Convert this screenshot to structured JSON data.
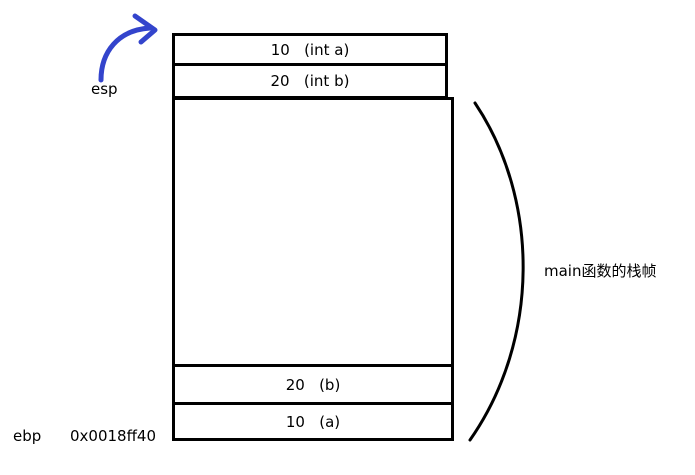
{
  "stack": {
    "top_cells": [
      {
        "text": "10   (int a)"
      },
      {
        "text": "20   (int b)"
      }
    ],
    "bottom_cells": [
      {
        "text": "20   (b)"
      },
      {
        "text": "10   (a)"
      }
    ]
  },
  "labels": {
    "esp": "esp",
    "ebp": "ebp",
    "ebp_address": "0x0018ff40",
    "frame": "main函数的栈帧"
  },
  "arrow": {
    "icon": "curved-arrow-icon",
    "color": "#3344cc"
  }
}
